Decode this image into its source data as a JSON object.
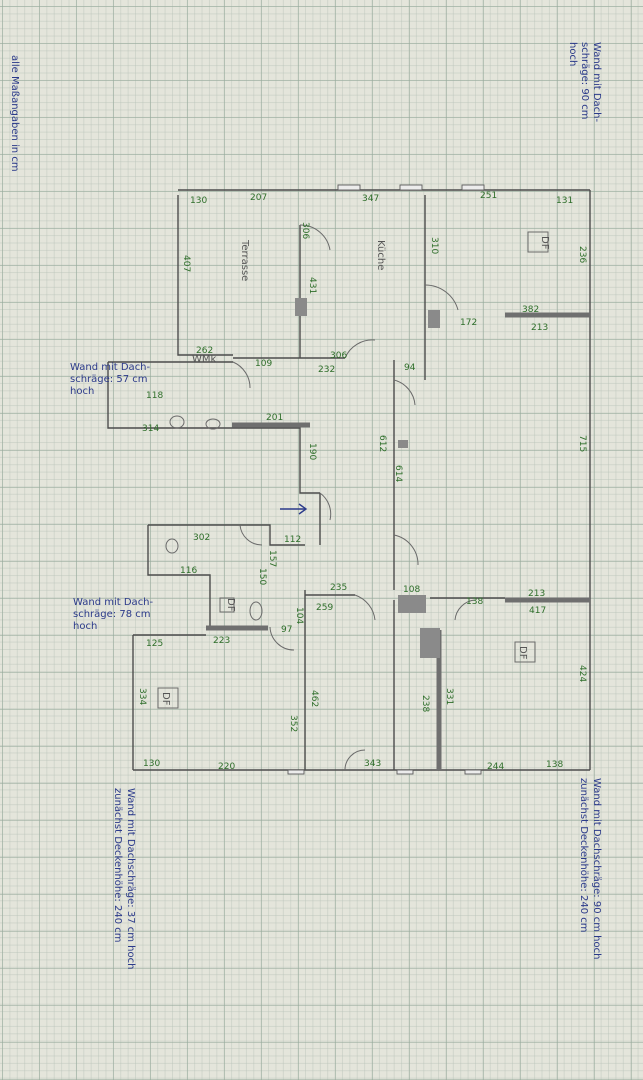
{
  "notes": {
    "top_right_1": "Wand mit Dach-",
    "top_right_2": "schräge: 90 cm",
    "top_right_3": "hoch",
    "left": "alle Maßangaben in cm",
    "wmk_1": "Wand mit Dach-",
    "wmk_2": "schräge: 57 cm",
    "wmk_3": "hoch",
    "mid_1": "Wand mit Dach-",
    "mid_2": "schräge: 78 cm",
    "mid_3": "hoch",
    "bottom_right_1": "Wand mit Dachschräge: 90 cm hoch",
    "bottom_right_2": "zunächst Deckenhöhe: 240 cm",
    "bottom_left_1": "Wand mit Dachschräge: 37 cm hoch",
    "bottom_left_2": "zunächst Deckenhöhe: 240 cm"
  },
  "rooms": {
    "terrasse": "Terrasse",
    "kueche": "Küche",
    "wmk": "WMk",
    "df1": "DF",
    "df2": "DF",
    "df3": "DF",
    "df4": "DF"
  },
  "dims": {
    "d130a": "130",
    "d207": "207",
    "d347": "347",
    "d251": "251",
    "d131": "131",
    "d407": "407",
    "d306v": "306",
    "d310": "310",
    "d236": "236",
    "d431": "431",
    "d382": "382",
    "d213a": "213",
    "d172": "172",
    "d262": "262",
    "d109": "109",
    "d306": "306",
    "d232": "232",
    "d118": "118",
    "d314": "314",
    "d201": "201",
    "d190": "190",
    "d612": "612",
    "d614": "614",
    "d715": "715",
    "d302": "302",
    "d112": "112",
    "d116": "116",
    "d157": "157",
    "d150": "150",
    "d235": "235",
    "d108": "108",
    "d138a": "138",
    "d213b": "213",
    "d417": "417",
    "d259": "259",
    "d125": "125",
    "d223": "223",
    "d334": "334",
    "d352": "352",
    "d462": "462",
    "d238": "238",
    "d331": "331",
    "d424": "424",
    "d130b": "130",
    "d220": "220",
    "d343": "343",
    "d244": "244",
    "d138b": "138",
    "d97": "97",
    "d94": "94",
    "d104": "104"
  }
}
